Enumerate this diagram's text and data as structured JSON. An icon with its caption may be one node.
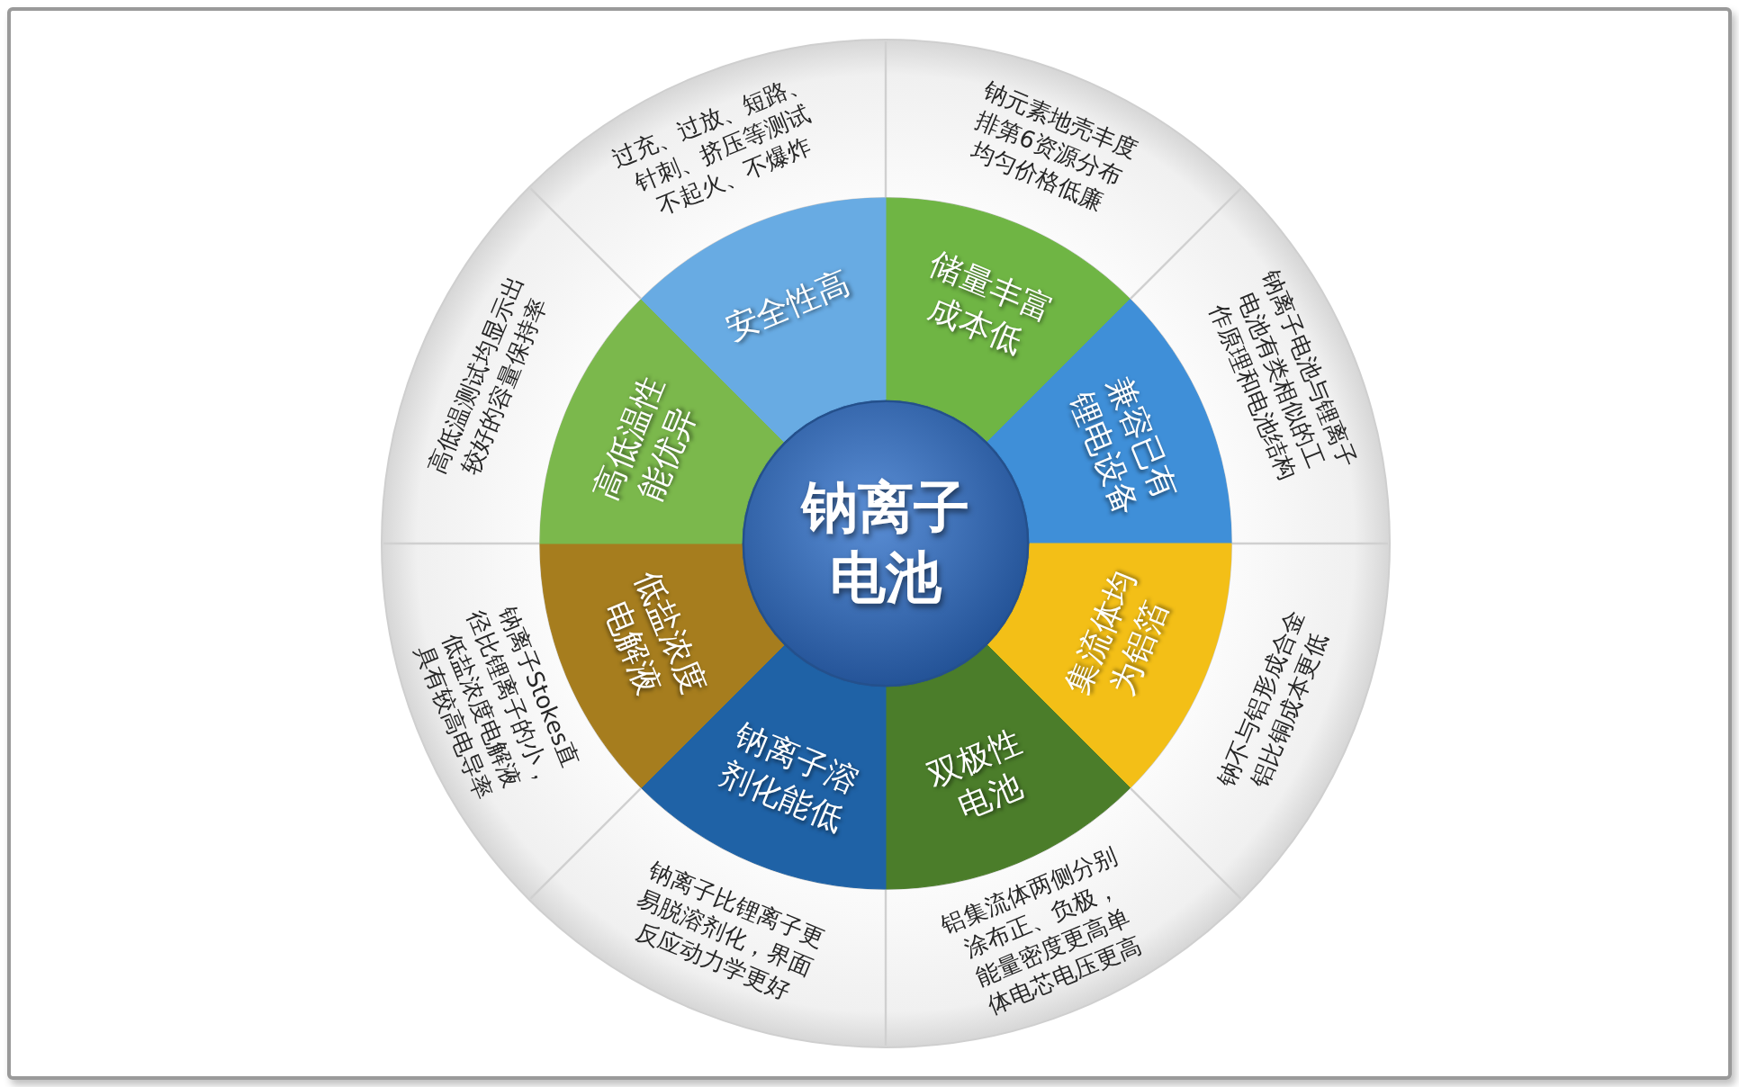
{
  "diagram": {
    "nodes": [
      {
        "text": [
          "钠离子电池"
        ]
      },
      {
        "text": [
          "储量丰富成本低"
        ]
      },
      {
        "text": [
          "兼容已有锂电设备"
        ]
      },
      {
        "text": [
          "集流体均为铝箔"
        ]
      },
      {
        "text": [
          "双极性电池"
        ]
      },
      {
        "text": [
          "钠离子溶剂化能低"
        ]
      },
      {
        "text": [
          "低盐浓度电解液"
        ]
      },
      {
        "text": [
          "高低温性能优异"
        ]
      },
      {
        "text": [
          "安全性高"
        ]
      },
      {
        "text": [
          "钠元素地壳丰度排第6资源分布均匀价格低廉"
        ]
      },
      {
        "text": [
          "钠离子电池与锂离子电池有类相似的工作原理和电池结构"
        ]
      },
      {
        "text": [
          "钠不与铝形成合金铝比铜成本更低"
        ]
      },
      {
        "text": [
          "铝集流体两侧分别涂布正、负极，能量密度更高单体电芯电压更高"
        ]
      },
      {
        "text": [
          "钠离子比锂离子更易脱溶剂化，界面反应动力学更好"
        ]
      },
      {
        "text": [
          "钠离子Stokes直径比锂离子的小，低盐浓度电解液具有较高电导率"
        ]
      },
      {
        "text": [
          "高低温测试均显示出较好的容量保持率"
        ]
      },
      {
        "text": [
          "过充、过放、短路、针刺、挤压等测试不起火、不爆炸"
        ]
      }
    ]
  }
}
